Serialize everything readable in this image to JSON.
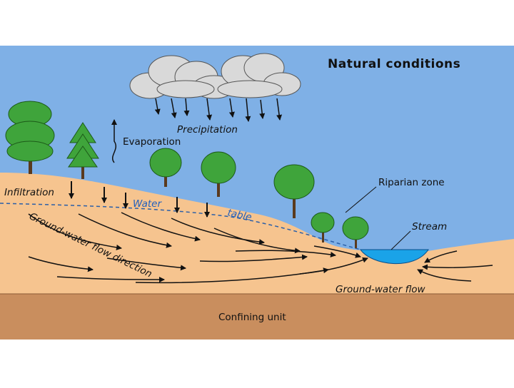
{
  "title": "Natural conditions",
  "labels": {
    "precipitation": "Precipitation",
    "evaporation": "Evaporation",
    "infiltration": "Infiltration",
    "water": "Water",
    "table": "table",
    "riparian_zone": "Riparian zone",
    "stream": "Stream",
    "gw_flow_direction": "Ground-water flow direction",
    "gw_flow": "Ground-water flow",
    "confining_unit": "Confining unit"
  },
  "colors": {
    "sky": "#7fb0e6",
    "soil": "#f6c48f",
    "confining": "#c98e5e",
    "stream": "#1aa3e8",
    "water_table": "#2b5fa8",
    "tree_green": "#3fa43b",
    "cloud": "#d9d9d9"
  },
  "icons": [
    "cloud-icon",
    "tree-icon",
    "arrow-icon"
  ]
}
